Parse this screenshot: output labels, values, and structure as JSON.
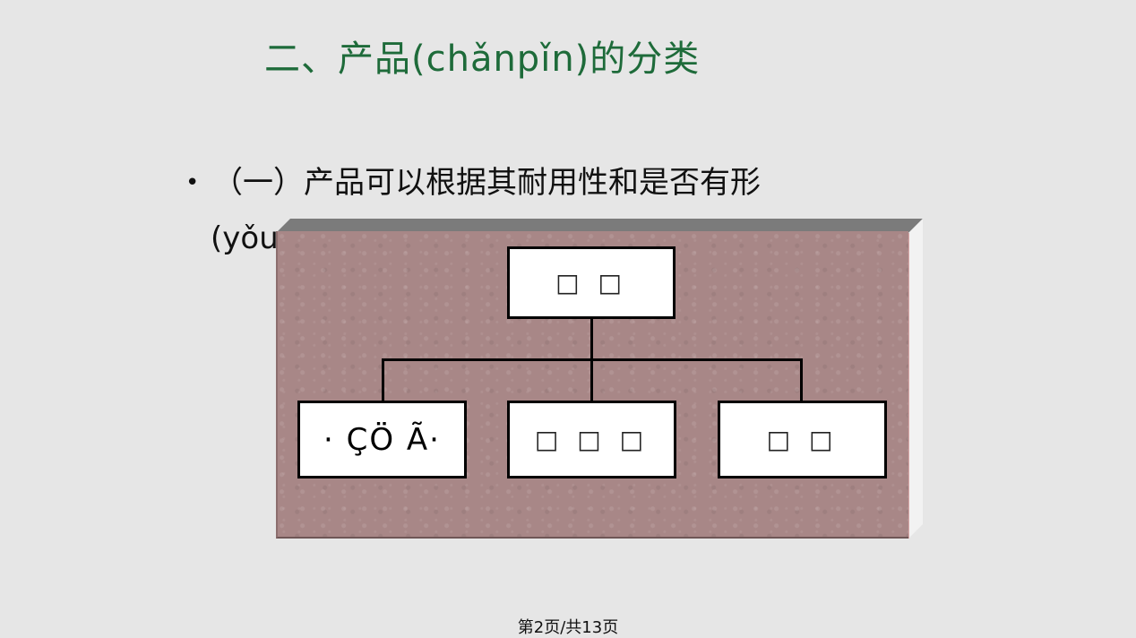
{
  "slide": {
    "title": "二、产品(chǎnpǐn)的分类",
    "bullet_line1": "（一）产品可以根据其耐用性和是否有形",
    "bullet_line2_visible": "(yǒu",
    "bullet_symbol": "•",
    "page_number": "第2页/共13页"
  },
  "diagram": {
    "root": {
      "label": "□ □"
    },
    "children": [
      {
        "label": "· ÇÖ Ã·"
      },
      {
        "label": "□ □ □"
      },
      {
        "label": "□ □"
      }
    ]
  },
  "colors": {
    "background": "#e6e6e6",
    "title": "#1e6b3a",
    "panel": "#a88787"
  }
}
